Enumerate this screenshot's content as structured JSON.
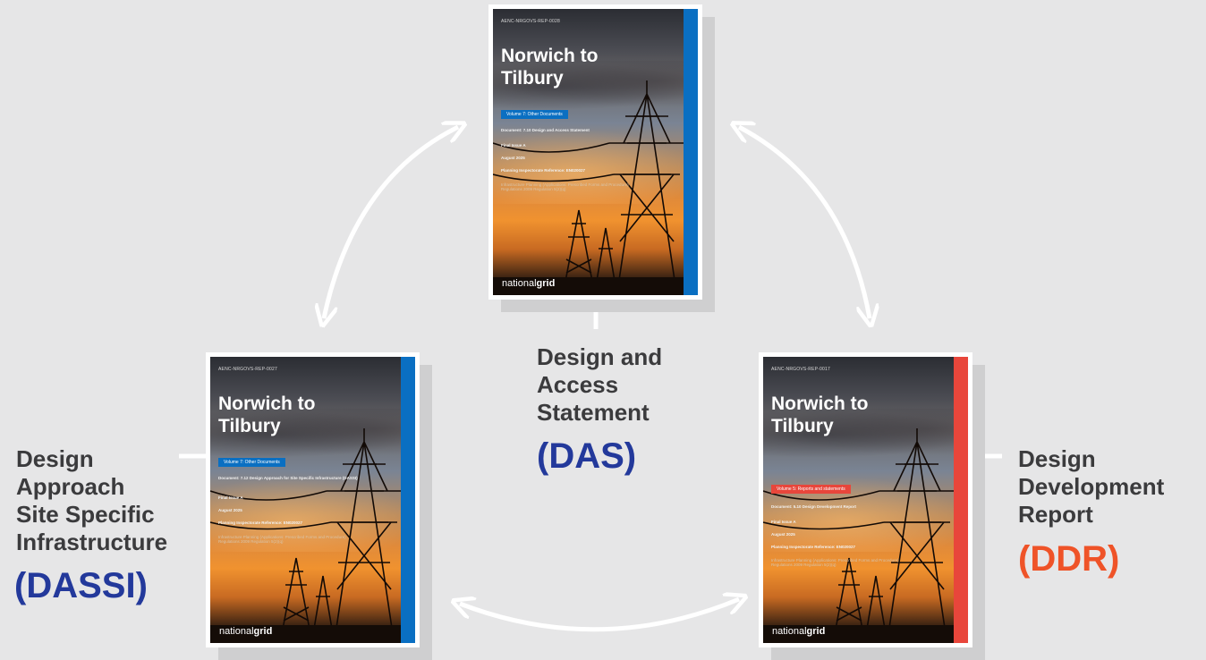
{
  "colors": {
    "background": "#e6e6e7",
    "label_text": "#3b3b3d",
    "abbr_blue": "#23399b",
    "abbr_orange": "#ef5328",
    "stripe_blue": "#0a6fc2",
    "stripe_red": "#e8463b"
  },
  "documents": {
    "das": {
      "reference": "AENC-NRGOVS-REP-0028",
      "title_line1": "Norwich to",
      "title_line2": "Tilbury",
      "volume": "Volume 7: Other Documents",
      "document": "Document: 7.10 Design and Access Statement",
      "issue": "Final Issue A",
      "date": "August 2025",
      "planning_ref": "Planning Inspectorate Reference: EN020027",
      "regulation": "Infrastructure Planning (Applications: Prescribed Forms and Procedure) Regulations 2009 Regulation 5(2)(q)",
      "logo_light": "national",
      "logo_bold": "grid",
      "label_lines": [
        "Design and",
        "Access",
        "Statement"
      ],
      "abbreviation": "(DAS)"
    },
    "dassi": {
      "reference": "AENC-NRGOVS-REP-0027",
      "title_line1": "Norwich to",
      "title_line2": "Tilbury",
      "volume": "Volume 7: Other Documents",
      "document": "Document: 7.12 Design Approach for Site Specific Infrastructure (DASSI)",
      "issue": "Final Issue A",
      "date": "August 2025",
      "planning_ref": "Planning Inspectorate Reference: EN020027",
      "regulation": "Infrastructure Planning (Applications: Prescribed Forms and Procedure) Regulations 2009 Regulation 5(2)(q)",
      "logo_light": "national",
      "logo_bold": "grid",
      "label_lines": [
        "Design",
        "Approach",
        "Site Specific",
        "Infrastructure"
      ],
      "abbreviation": "(DASSI)"
    },
    "ddr": {
      "reference": "AENC-NRGOVS-REP-0017",
      "title_line1": "Norwich to",
      "title_line2": "Tilbury",
      "volume": "Volume 5: Reports and statements",
      "document": "Document: 5.10 Design Development Report",
      "issue": "Final Issue A",
      "date": "August 2025",
      "planning_ref": "Planning Inspectorate Reference: EN020027",
      "regulation": "Infrastructure Planning (Applications: Prescribed Forms and Procedure) Regulations 2009 Regulation 5(2)(q)",
      "logo_light": "national",
      "logo_bold": "grid",
      "label_lines": [
        "Design",
        "Development",
        "Report"
      ],
      "abbreviation": "(DDR)"
    }
  }
}
